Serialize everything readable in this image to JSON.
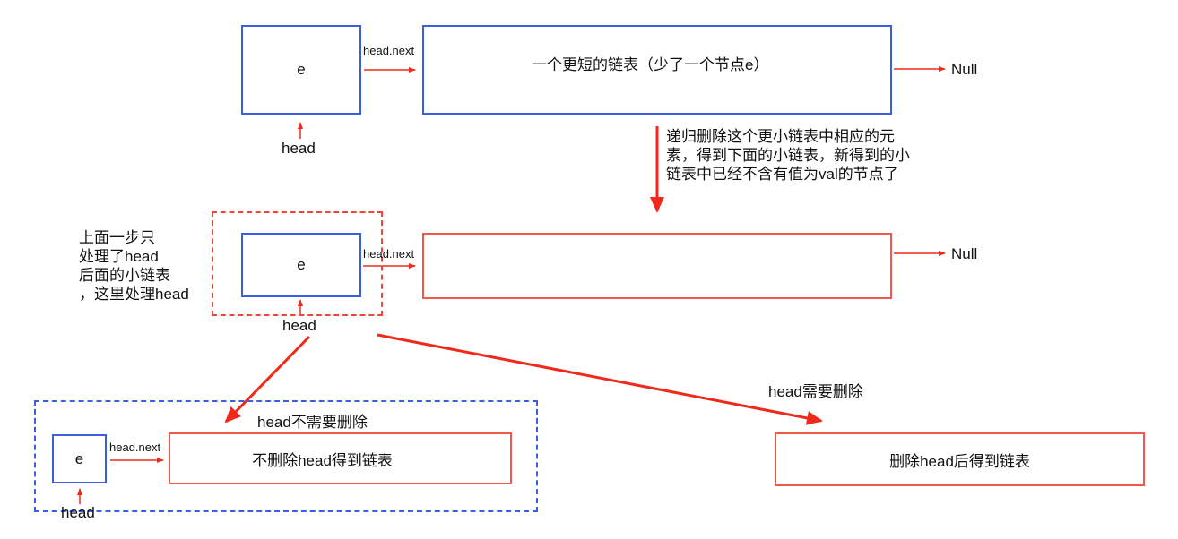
{
  "colors": {
    "node_blue": "#3a5fe0",
    "list_red": "#f0584c",
    "arrow_red": "#f02a1a"
  },
  "top_row": {
    "node_label": "e",
    "next_label": "head.next",
    "list_label": "一个更短的链表（少了一个节点e）",
    "null_label": "Null",
    "head_label": "head"
  },
  "recursion_note": "递归删除这个更小链表中相应的元素，得到下面的小链表，新得到的小链表中已经不含有值为val的节点了",
  "middle_row": {
    "side_note": [
      "上面一步只",
      "处理了head",
      "后面的小链表",
      "，这里处理head"
    ],
    "node_label": "e",
    "next_label": "head.next",
    "null_label": "Null",
    "head_label": "head"
  },
  "left_branch": {
    "condition_label": "head不需要删除",
    "node_label": "e",
    "next_label": "head.next",
    "list_label": "不删除head得到链表",
    "head_label": "head"
  },
  "right_branch": {
    "condition_label": "head需要删除",
    "list_label": "删除head后得到链表"
  }
}
